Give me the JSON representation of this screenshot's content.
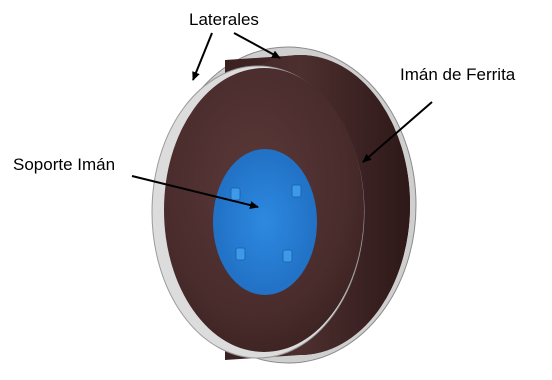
{
  "labels": {
    "laterales": "Laterales",
    "iman_ferrita": "Imán de Ferrita",
    "soporte_iman": "Soporte Imán"
  },
  "colors": {
    "magnet_face": "#4a2c2c",
    "magnet_rim": "#3a2222",
    "lateral_plate": "#d9d9d9",
    "support": "#2a7fd4",
    "background": "#ffffff",
    "arrow": "#000000"
  }
}
